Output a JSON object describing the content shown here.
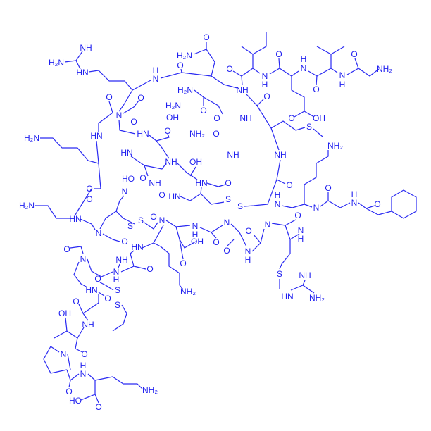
{
  "diagram": {
    "type": "chemical-structure",
    "color": "#1f1ff0",
    "labels": [
      "NH",
      "H₂N",
      "HN",
      "H",
      "N",
      "H₂N",
      "O",
      "O",
      "H₂N",
      "O",
      "O",
      "O",
      "N",
      "H₂N",
      "OH",
      "HN",
      "H₂N",
      "HN",
      "O",
      "O",
      "NH₂",
      "HN",
      "NH",
      "OH",
      "HN",
      "HN",
      "O",
      "O",
      "N",
      "O",
      "NH",
      "HO",
      "H₂N",
      "O",
      "O",
      "O",
      "N",
      "H",
      "H",
      "N",
      "O",
      "O",
      "N",
      "H",
      "NH₂",
      "NH",
      "O",
      "O",
      "OH",
      "S",
      "NH",
      "O",
      "NH",
      "NH",
      "O",
      "O",
      "NH₂",
      "O",
      "S",
      "S",
      "H",
      "N",
      "N",
      "O",
      "H",
      "N",
      "O",
      "HN",
      "N",
      "S",
      "S",
      "O",
      "O",
      "HN",
      "N",
      "NH",
      "N",
      "H",
      "O",
      "O",
      "HN",
      "S",
      "O",
      "S",
      "NH₂",
      "O",
      "OH",
      "NH",
      "O",
      "N",
      "H",
      "N",
      "NH₂",
      "O",
      "HO",
      "O",
      "N",
      "O",
      "OH",
      "O",
      "N",
      "H",
      "O",
      "N",
      "O",
      "N",
      "H",
      "O",
      "N",
      "O",
      "N",
      "H",
      "S",
      "NH",
      "HN",
      "NH₂"
    ]
  }
}
